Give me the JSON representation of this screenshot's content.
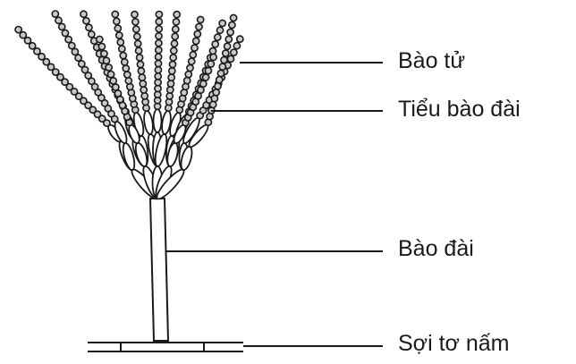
{
  "labels": {
    "spores": "Bào tử",
    "phialides": "Tiểu bào đài",
    "conidiophore": "Bào đài",
    "hypha": "Sợi tơ nấm"
  },
  "colors": {
    "ink": "#1a1a1a",
    "background": "#ffffff",
    "spore_fill": "#c8c8c8"
  }
}
